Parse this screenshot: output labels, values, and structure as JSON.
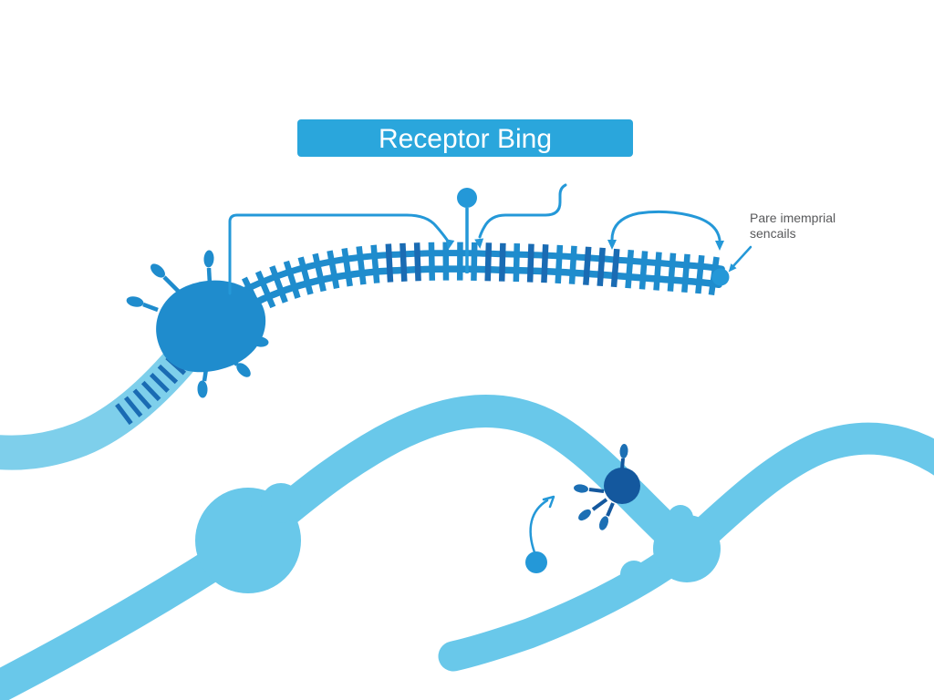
{
  "diagram": {
    "type": "biology-illustration",
    "title": "Receptor Bing",
    "annotation": {
      "line1": "Pare imemprial",
      "line2": "sencails"
    },
    "colors": {
      "bg": "#ffffff",
      "title_bg": "#2aa6dc",
      "title_text": "#ffffff",
      "medium": "#1f8ccd",
      "accent": "#2498d8",
      "dark": "#1a6bb3",
      "navy": "#14589e",
      "navy_tip": "#1c6fb4",
      "strand": "#69c8ea",
      "ribbon": "#7ecfeb",
      "label": "#58595b"
    }
  }
}
